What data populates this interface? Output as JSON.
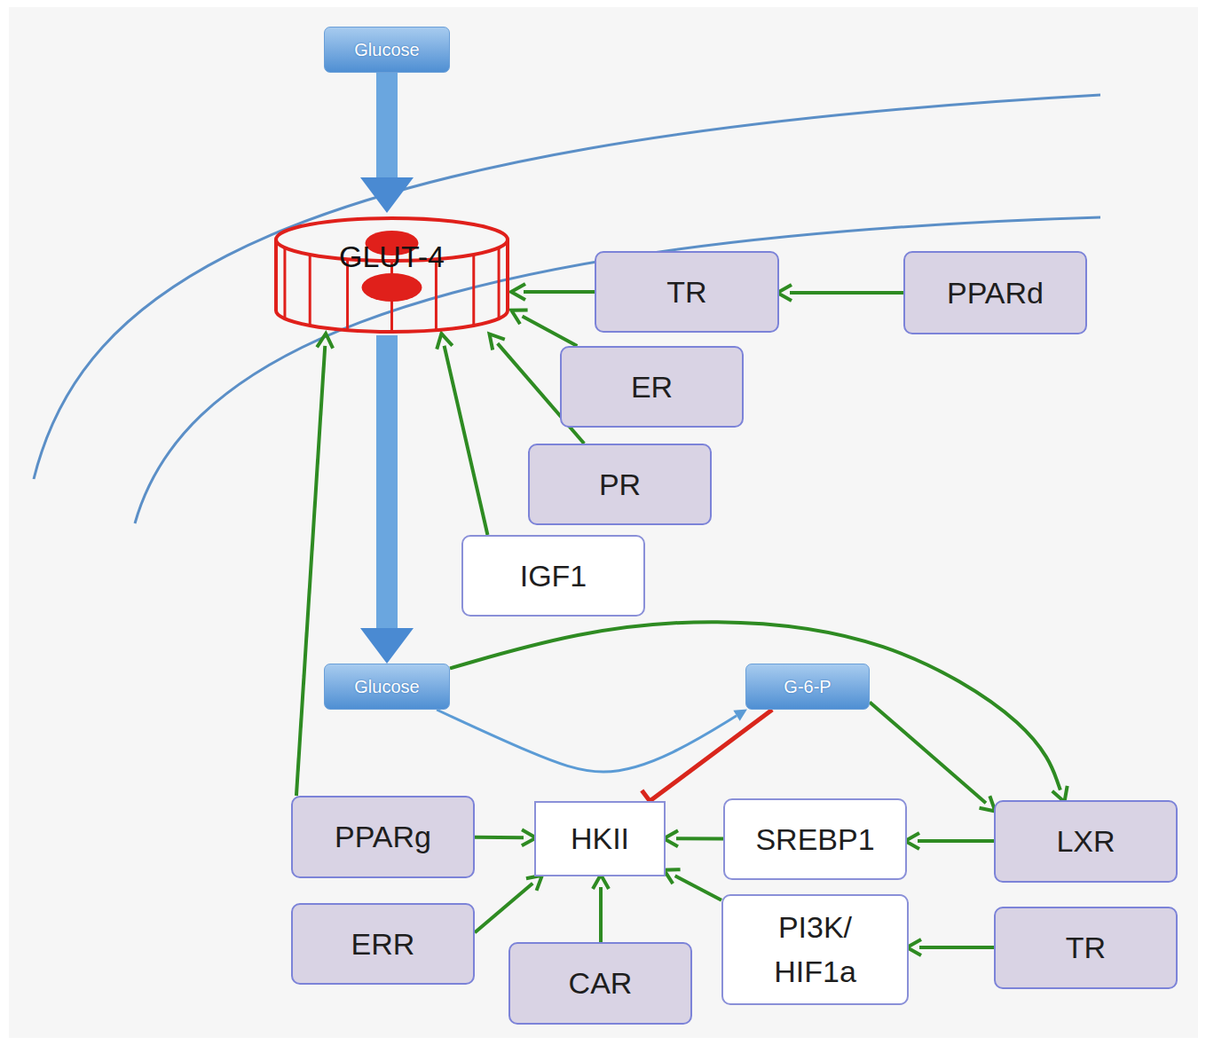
{
  "diagram": {
    "nodes": [
      {
        "text": [
          "Glucose"
        ]
      },
      {
        "text": [
          "GLUT-4"
        ]
      },
      {
        "text": [
          "TR"
        ]
      },
      {
        "text": [
          "PPARd"
        ]
      },
      {
        "text": [
          "ER"
        ]
      },
      {
        "text": [
          "PR"
        ]
      },
      {
        "text": [
          "IGF1"
        ]
      },
      {
        "text": [
          "Glucose"
        ]
      },
      {
        "text": [
          "G-6-P"
        ]
      },
      {
        "text": [
          "PPARg"
        ]
      },
      {
        "text": [
          "HKII"
        ]
      },
      {
        "text": [
          "SREBP1"
        ]
      },
      {
        "text": [
          "LXR"
        ]
      },
      {
        "text": [
          "ERR"
        ]
      },
      {
        "text": [
          "CAR"
        ]
      },
      {
        "text": [
          "PI3K/ HIF1a"
        ]
      },
      {
        "text": [
          "TR"
        ]
      }
    ],
    "edges": [
      {
        "from": 0,
        "to": 1,
        "arrow": "to"
      },
      {
        "from": 1,
        "to": 7,
        "arrow": "to"
      },
      {
        "from": 2,
        "to": 1,
        "arrow": "to"
      },
      {
        "from": 3,
        "to": 2,
        "arrow": "to"
      },
      {
        "from": 4,
        "to": 1,
        "arrow": "to"
      },
      {
        "from": 5,
        "to": 1,
        "arrow": "to"
      },
      {
        "from": 6,
        "to": 1,
        "arrow": "to"
      },
      {
        "from": 9,
        "to": 1,
        "arrow": "to"
      },
      {
        "from": 7,
        "to": 8,
        "arrow": "to"
      },
      {
        "from": 8,
        "to": 10,
        "arrow": "to"
      },
      {
        "from": 7,
        "to": 12,
        "arrow": "to"
      },
      {
        "from": 8,
        "to": 12,
        "arrow": "to"
      },
      {
        "from": 9,
        "to": 10,
        "arrow": "to"
      },
      {
        "from": 11,
        "to": 10,
        "arrow": "to"
      },
      {
        "from": 12,
        "to": 11,
        "arrow": "to"
      },
      {
        "from": 13,
        "to": 10,
        "arrow": "to"
      },
      {
        "from": 14,
        "to": 10,
        "arrow": "to"
      },
      {
        "from": 15,
        "to": 10,
        "arrow": "to"
      },
      {
        "from": 16,
        "to": 15,
        "arrow": "to"
      }
    ]
  }
}
